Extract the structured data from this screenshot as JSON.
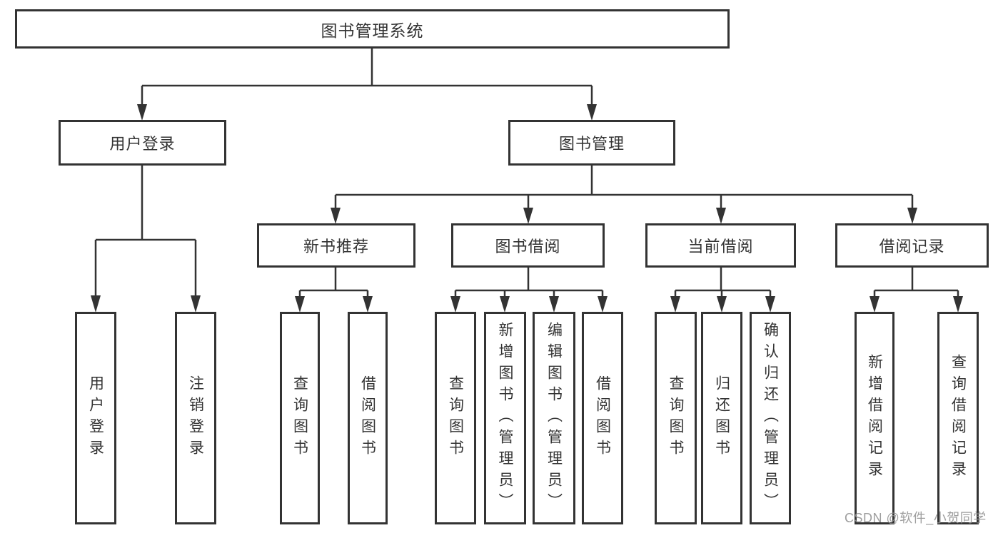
{
  "colors": {
    "line": "#333333",
    "text": "#333333",
    "box_background": "#ffffff",
    "watermark": "#949494"
  },
  "watermark": "CSDN @软件_小贺同学",
  "tree": {
    "label": "图书管理系统",
    "children": [
      {
        "label": "用户登录",
        "children": [
          {
            "label": "用户登录"
          },
          {
            "label": "注销登录"
          }
        ]
      },
      {
        "label": "图书管理",
        "children": [
          {
            "label": "新书推荐",
            "children": [
              {
                "label": "查询图书"
              },
              {
                "label": "借阅图书"
              }
            ]
          },
          {
            "label": "图书借阅",
            "children": [
              {
                "label": "查询图书"
              },
              {
                "label": "新增图书（管理员）"
              },
              {
                "label": "编辑图书（管理员）"
              },
              {
                "label": "借阅图书"
              }
            ]
          },
          {
            "label": "当前借阅",
            "children": [
              {
                "label": "查询图书"
              },
              {
                "label": "归还图书"
              },
              {
                "label": "确认归还（管理员）"
              }
            ]
          },
          {
            "label": "借阅记录",
            "children": [
              {
                "label": "新增借阅记录"
              },
              {
                "label": "查询借阅记录"
              }
            ]
          }
        ]
      }
    ]
  }
}
